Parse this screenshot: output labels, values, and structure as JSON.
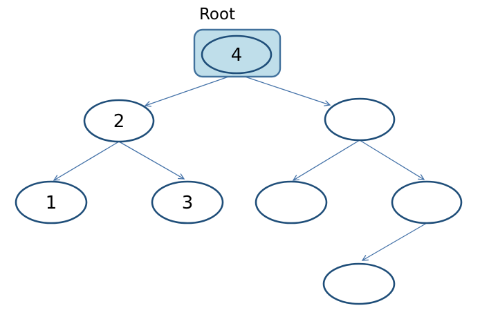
{
  "tree": {
    "caption": "Root",
    "nodes": {
      "root": {
        "label": "4",
        "highlighted": true
      },
      "l": {
        "label": "2"
      },
      "ll": {
        "label": "1"
      },
      "lr": {
        "label": "3"
      },
      "r": {
        "label": ""
      },
      "rl": {
        "label": ""
      },
      "rr": {
        "label": ""
      },
      "rrl": {
        "label": ""
      }
    },
    "edges": [
      {
        "from": "root",
        "to": "l"
      },
      {
        "from": "root",
        "to": "r"
      },
      {
        "from": "l",
        "to": "ll"
      },
      {
        "from": "l",
        "to": "lr"
      },
      {
        "from": "r",
        "to": "rl"
      },
      {
        "from": "r",
        "to": "rr"
      },
      {
        "from": "rr",
        "to": "rrl"
      }
    ],
    "colors": {
      "background": "#ffffff",
      "root_box_fill": "#bfdeea",
      "root_box_border": "#41719c",
      "ellipse_stroke": "#1f4e79",
      "connector": "#4472a8",
      "label_text": "#000000"
    }
  }
}
